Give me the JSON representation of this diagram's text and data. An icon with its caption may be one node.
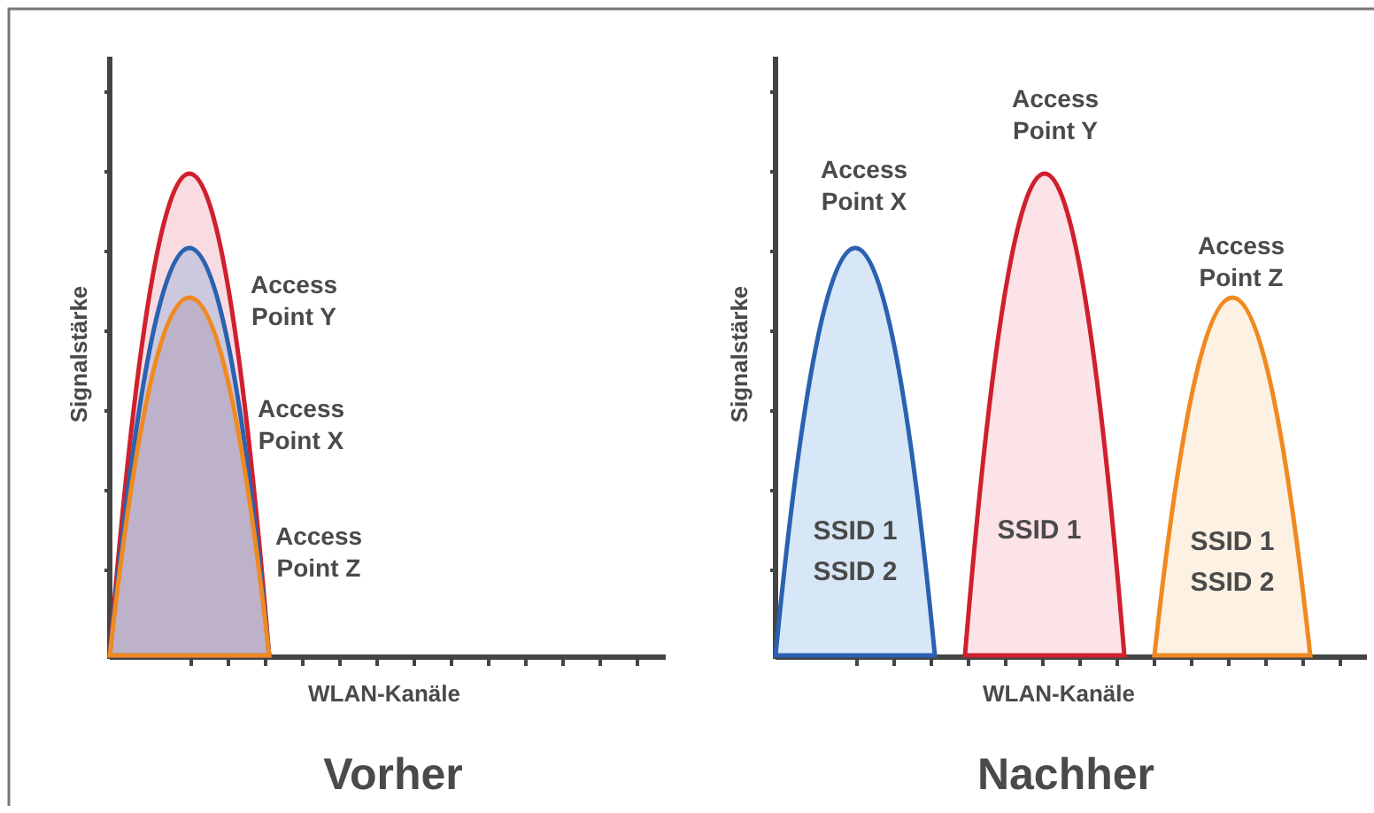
{
  "diagram": {
    "labels": [
      "Signalstärke",
      "Access Point Y",
      "Access Point X",
      "Access Point Z",
      "WLAN-Kanäle",
      "Vorher",
      "Signalstärke",
      "Access Point X",
      "Access Point Y",
      "Access Point Z",
      "SSID 1 SSID 2",
      "SSID 1",
      "SSID 1 SSID 2",
      "WLAN-Kanäle",
      "Nachher"
    ]
  }
}
